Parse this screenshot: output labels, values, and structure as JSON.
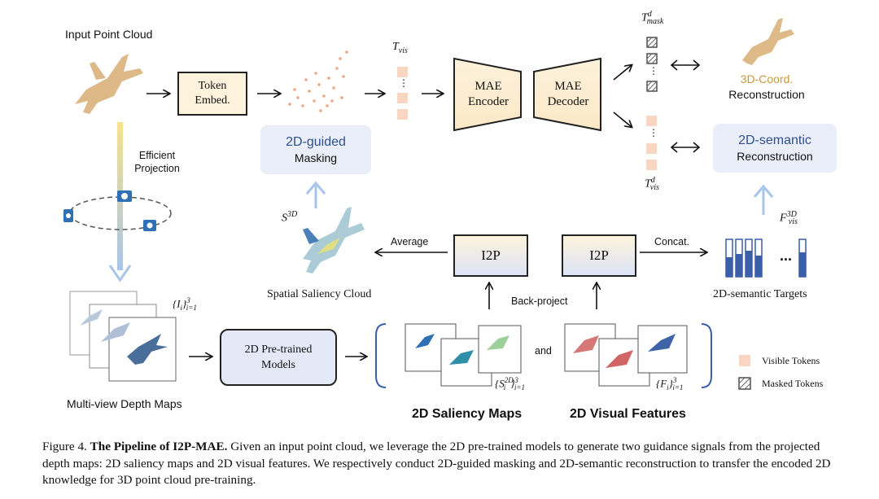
{
  "labels": {
    "input_point_cloud": "Input Point Cloud",
    "token_embed": "Token Embed.",
    "t_vis": "T",
    "t_vis_sub": "vis",
    "dots": "⋮",
    "mae_encoder": "MAE Encoder",
    "mae_decoder": "MAE Decoder",
    "t_mask_d": "T",
    "t_mask_d_sup": "d",
    "t_mask_d_sub": "mask",
    "t_vis_d": "T",
    "t_vis_d_sup": "d",
    "t_vis_d_sub": "vis",
    "coord_recon_1": "3D-Coord.",
    "coord_recon_2": "Reconstruction",
    "sem_recon_1": "2D-semantic",
    "sem_recon_2": "Reconstruction",
    "guided_masking_1": "2D-guided",
    "guided_masking_2": "Masking",
    "efficient_projection": "Efficient Projection",
    "s3d": "S",
    "s3d_sup": "3D",
    "spatial_saliency_cloud": "Spatial Saliency Cloud",
    "average": "Average",
    "i2p": "I2P",
    "back_project": "Back-project",
    "concat": "Concat.",
    "f3d_vis": "F",
    "f3d_vis_sup": "3D",
    "f3d_vis_sub": "vis",
    "semantic_targets": "2D-semantic Targets",
    "ii_set": "{I",
    "ii_set_sub": "i",
    "ii_set_tail": "}",
    "ii_set_range_sup": "3",
    "ii_set_range_sub": "i=1",
    "depth_maps": "Multi-view Depth Maps",
    "pretrained_models": "2D Pre-trained Models",
    "and": "and",
    "s2d_set": "{S",
    "s2d_set_sup": "2D",
    "s2d_set_sub": "i",
    "s2d_tail": "}",
    "s2d_range_sup": "3",
    "s2d_range_sub": "i=1",
    "f_set": "{F",
    "f_set_sub": "i",
    "f_tail": "}",
    "f_range_sup": "3",
    "f_range_sub": "i=1",
    "saliency_maps": "2D Saliency Maps",
    "visual_features": "2D Visual Features",
    "legend_visible": "Visible Tokens",
    "legend_masked": "Masked Tokens",
    "ellipsis": "..."
  },
  "caption": {
    "prefix": "Figure 4. ",
    "bold": "The Pipeline of I2P-MAE.",
    "text": " Given an input point cloud, we leverage the 2D pre-trained models to generate two guidance signals from the projected depth maps: 2D saliency maps and 2D visual features. We respectively conduct 2D-guided masking and 2D-semantic reconstruction to transfer the encoded 2D knowledge for 3D point cloud pre-training."
  },
  "colors": {
    "token_fill": "#f8d6c2",
    "box_fill": "#fdf2dc",
    "panel_blue": "#e9eef8",
    "arrow_blue": "#a9c4ea",
    "coord_text": "#c79a3a",
    "semantic_text": "#2f4f8f",
    "airplane": "#d9b27a",
    "feature_bar": "#3a5fa8"
  }
}
